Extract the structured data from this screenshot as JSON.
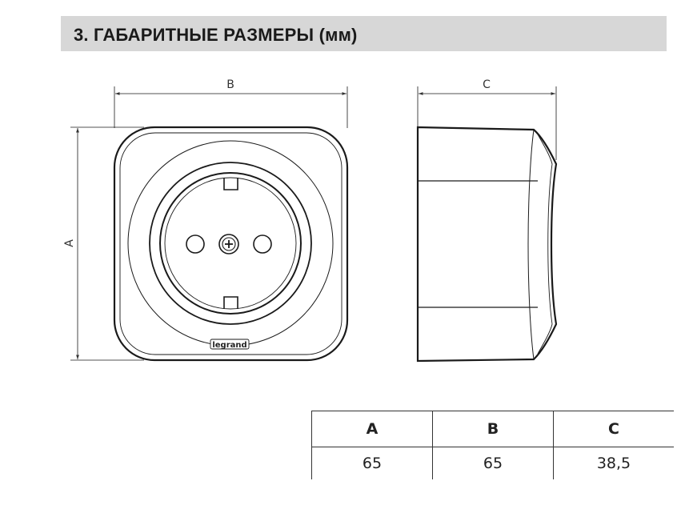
{
  "header": {
    "title": "3. ГАБАРИТНЫЕ РАЗМЕРЫ (мм)"
  },
  "drawing": {
    "front_view": {
      "dim_width_label": "B",
      "dim_height_label": "A",
      "logo_text": "legrand"
    },
    "side_view": {
      "dim_depth_label": "C"
    }
  },
  "dimensions_table": {
    "headers": [
      "A",
      "B",
      "C"
    ],
    "values": [
      "65",
      "65",
      "38,5"
    ]
  },
  "colors": {
    "header_bg": "#d7d7d7",
    "line": "#1a1a1a"
  }
}
